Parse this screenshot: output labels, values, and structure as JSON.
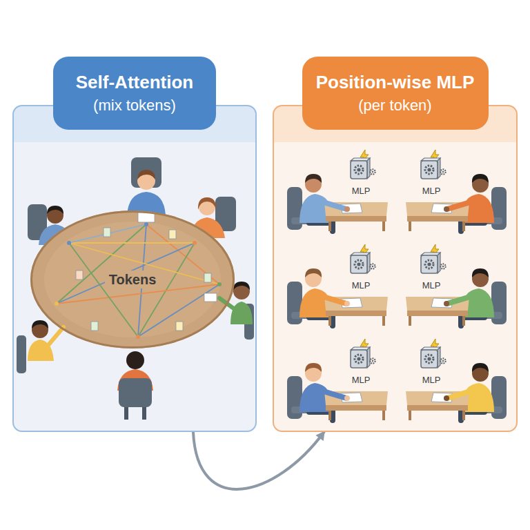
{
  "diagram": {
    "nodes": [
      {
        "text": [
          "Self-Attention",
          "(mix tokens)"
        ]
      },
      {
        "text": [
          "Tokens"
        ],
        "in": 0
      },
      {
        "text": [
          "Position-wise MLP",
          "(per token)"
        ]
      }
    ],
    "edges": [
      {
        "from": 0,
        "to": 2,
        "arrow": "to"
      }
    ],
    "labels": [
      "MLP",
      "MLP",
      "MLP",
      "MLP",
      "MLP",
      "MLP"
    ]
  }
}
